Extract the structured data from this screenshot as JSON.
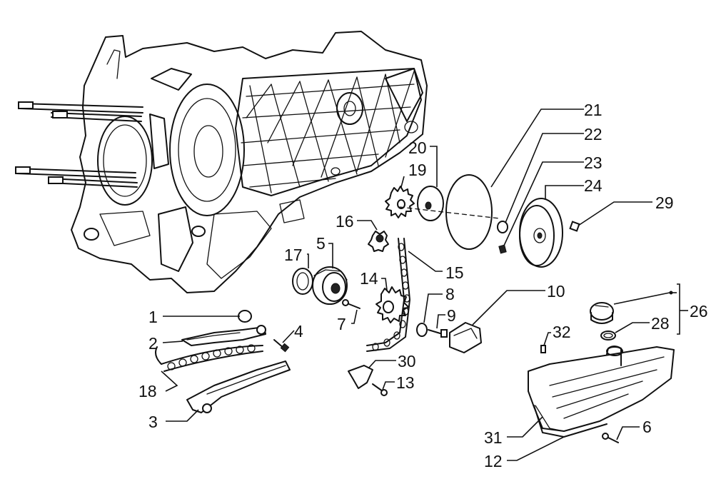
{
  "diagram": {
    "type": "exploded-parts-view",
    "colors": {
      "ink": "#111111",
      "background": "#ffffff"
    },
    "callouts": [
      {
        "id": "c21",
        "label": "21"
      },
      {
        "id": "c22",
        "label": "22"
      },
      {
        "id": "c20",
        "label": "20"
      },
      {
        "id": "c19",
        "label": "19"
      },
      {
        "id": "c23",
        "label": "23"
      },
      {
        "id": "c24",
        "label": "24"
      },
      {
        "id": "c29",
        "label": "29"
      },
      {
        "id": "c16",
        "label": "16"
      },
      {
        "id": "c17",
        "label": "17"
      },
      {
        "id": "c5",
        "label": "5"
      },
      {
        "id": "c15",
        "label": "15"
      },
      {
        "id": "c14",
        "label": "14"
      },
      {
        "id": "c8",
        "label": "8"
      },
      {
        "id": "c10",
        "label": "10"
      },
      {
        "id": "c9",
        "label": "9"
      },
      {
        "id": "c7",
        "label": "7"
      },
      {
        "id": "c1",
        "label": "1"
      },
      {
        "id": "c4",
        "label": "4"
      },
      {
        "id": "c2",
        "label": "2"
      },
      {
        "id": "c26",
        "label": "26"
      },
      {
        "id": "c28",
        "label": "28"
      },
      {
        "id": "c32",
        "label": "32"
      },
      {
        "id": "c18",
        "label": "18"
      },
      {
        "id": "c30",
        "label": "30"
      },
      {
        "id": "c13",
        "label": "13"
      },
      {
        "id": "c3",
        "label": "3"
      },
      {
        "id": "c6",
        "label": "6"
      },
      {
        "id": "c31",
        "label": "31"
      },
      {
        "id": "c12",
        "label": "12"
      }
    ]
  }
}
